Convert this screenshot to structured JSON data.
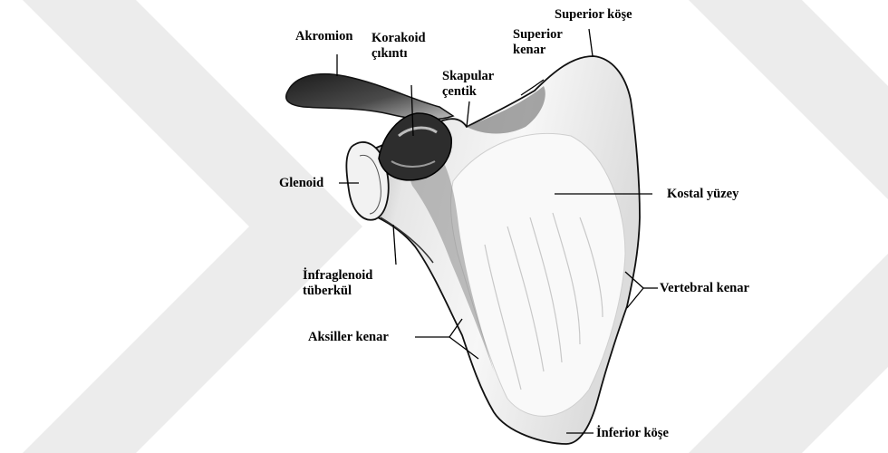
{
  "labels": {
    "akromion": "Akromion",
    "korakoid_line1": "Korakoid",
    "korakoid_line2": "çıkıntı",
    "skapular_line1": "Skapular",
    "skapular_line2": "çentik",
    "superior_kenar_line1": "Superior",
    "superior_kenar_line2": "kenar",
    "superior_kose": "Superior köşe",
    "glenoid": "Glenoid",
    "kostal_yuzey": "Kostal yüzey",
    "infraglenoid_line1": "İnfraglenoid",
    "infraglenoid_line2": "tüberkül",
    "vertebral_kenar": "Vertebral kenar",
    "aksiller_kenar": "Aksiller kenar",
    "inferior_kose": "İnferior köşe"
  },
  "colors": {
    "watermark": "#ececec",
    "bone_fill": "#f4f4f4",
    "bone_shade": "#bdbdbd",
    "bone_dark": "#2b2b2b",
    "ink": "#000000"
  }
}
